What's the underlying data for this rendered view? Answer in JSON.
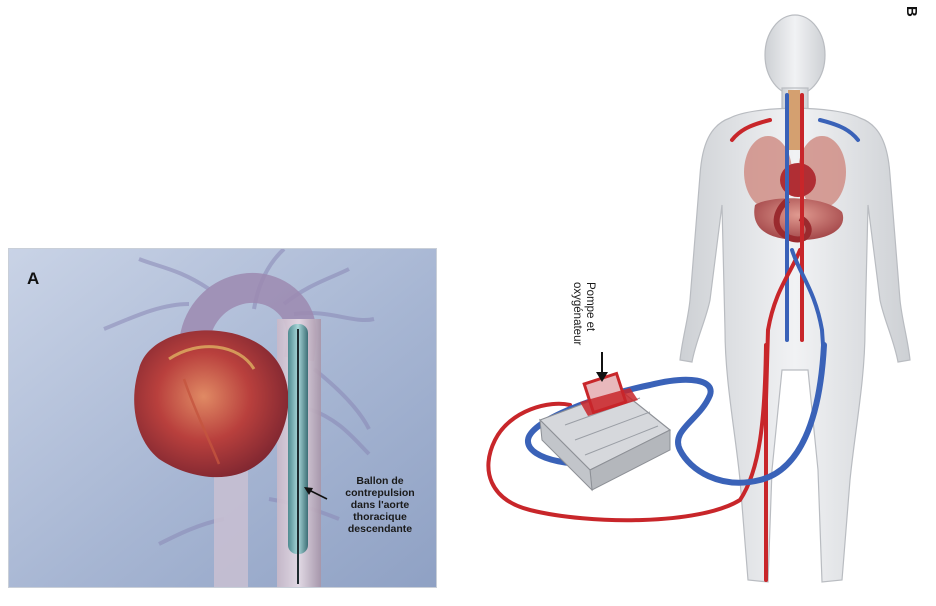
{
  "panel_a": {
    "letter": "A",
    "caption_lines": [
      "Ballon de",
      "contrepulsion",
      "dans l'aorte",
      "thoracique",
      "descendante"
    ]
  },
  "panel_b": {
    "letter": "B",
    "caption_lines": [
      "Pompe et",
      "oxygénateur"
    ]
  },
  "colors": {
    "artery_red": "#c8262a",
    "vein_blue": "#3a62b8",
    "heart_red": "#b2383a",
    "body_gray": "#e3e5e8",
    "panel_bg": "#aab9d6"
  }
}
